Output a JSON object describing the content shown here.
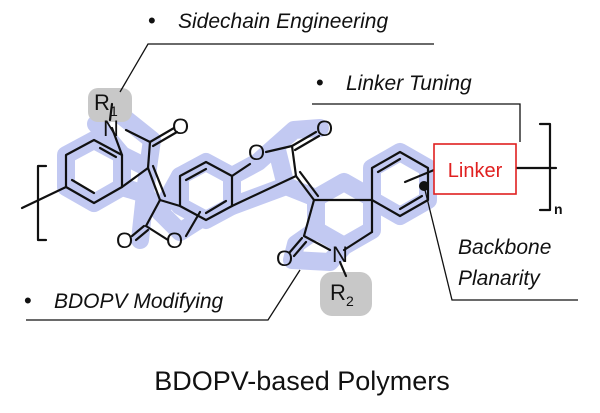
{
  "annotations": {
    "sidechain": "Sidechain Engineering",
    "linker_tuning": "Linker Tuning",
    "backbone_line1": "Backbone",
    "backbone_line2": "Planarity",
    "bdopv": "BDOPV Modifying",
    "bullet": "•"
  },
  "molecule": {
    "atoms": {
      "R1": "R",
      "R1_sub": "1",
      "R2": "R",
      "R2_sub": "2",
      "N": "N",
      "O": "O"
    },
    "linker_label": "Linker",
    "repeat_unit": "n"
  },
  "caption": "BDOPV-based Polymers",
  "colors": {
    "backbone_highlight": "#b8c0f0",
    "r_group_fill": "#c8c8c8",
    "linker_border": "#e02020",
    "linker_text": "#e02020"
  }
}
